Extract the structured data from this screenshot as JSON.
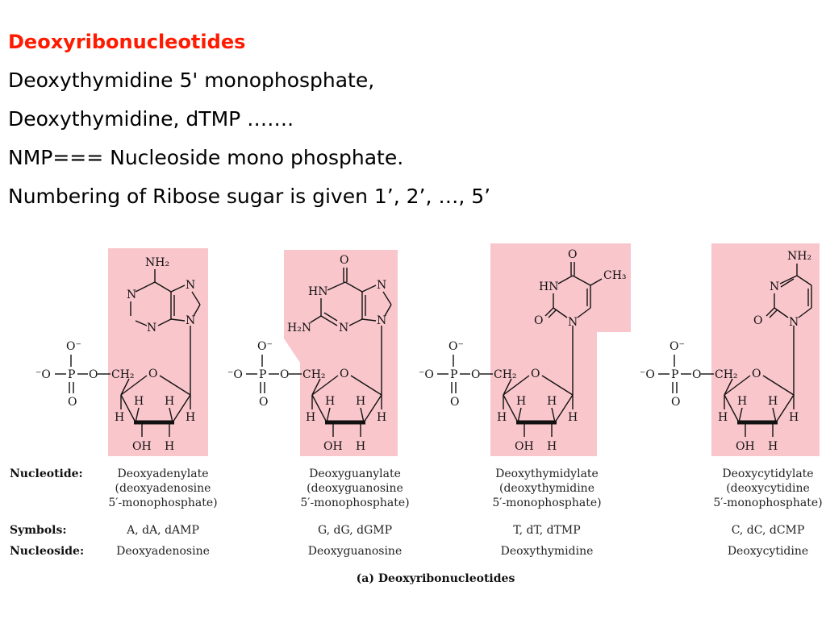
{
  "slide": {
    "title": "Deoxyribonucleotides",
    "lines": [
      "Deoxythymidine 5' monophosphate,",
      "Deoxythymidine, dTMP …….",
      "NMP=== Nucleoside mono phosphate.",
      "Numbering of Ribose sugar is given 1’, 2’, …, 5’"
    ]
  },
  "colors": {
    "title": "#ff1a00",
    "highlight_box": "#f9c6cc",
    "nucleoside_text": "#d6318c"
  },
  "figure": {
    "row_labels": {
      "nucleotide": "Nucleotide:",
      "symbols": "Symbols:",
      "nucleoside": "Nucleoside:"
    },
    "caption": "(a) Deoxyribonucleotides",
    "phosphate_atoms": {
      "o_minus_top": "O⁻",
      "o_minus_left": "⁻O",
      "p": "P",
      "o_bottom": "O",
      "o_link": "O",
      "ch2": "CH₂"
    },
    "sugar_atoms": {
      "ring_o": "O",
      "h": "H",
      "oh": "OH"
    },
    "nucleotides": [
      {
        "base": "adenine",
        "base_atoms": {
          "nh2": "NH₂",
          "n1": "N",
          "n3": "N",
          "n7": "N",
          "n9": "N"
        },
        "nucleotide_name": [
          "Deoxyadenylate",
          "(deoxyadenosine",
          "5′-monophosphate)"
        ],
        "symbols": "A, dA, dAMP",
        "nucleoside": "Deoxyadenosine"
      },
      {
        "base": "guanine",
        "base_atoms": {
          "o": "O",
          "hn": "HN",
          "h2n": "H₂N",
          "n3": "N",
          "n7": "N",
          "n9": "N"
        },
        "nucleotide_name": [
          "Deoxyguanylate",
          "(deoxyguanosine",
          "5′-monophosphate)"
        ],
        "symbols": "G, dG, dGMP",
        "nucleoside": "Deoxyguanosine"
      },
      {
        "base": "thymine",
        "base_atoms": {
          "o_top": "O",
          "hn": "HN",
          "ch3": "CH₃",
          "o_bottom": "O",
          "n1": "N"
        },
        "nucleotide_name": [
          "Deoxythymidylate",
          "(deoxythymidine",
          "5′-monophosphate)"
        ],
        "symbols": "T, dT, dTMP",
        "nucleoside": "Deoxythymidine"
      },
      {
        "base": "cytosine",
        "base_atoms": {
          "nh2": "NH₂",
          "n3": "N",
          "o": "O",
          "n1": "N"
        },
        "nucleotide_name": [
          "Deoxycytidylate",
          "(deoxycytidine",
          "5′-monophosphate)"
        ],
        "symbols": "C, dC, dCMP",
        "nucleoside": "Deoxycytidine"
      }
    ]
  }
}
